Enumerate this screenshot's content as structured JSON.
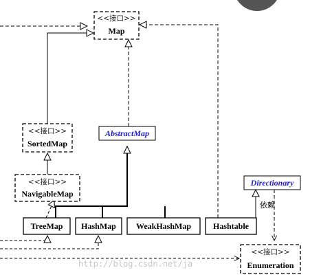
{
  "nodes": {
    "map": {
      "stereotype": "<<接口>>",
      "name": "Map"
    },
    "sortedmap": {
      "stereotype": "<<接口>>",
      "name": "SortedMap"
    },
    "navigablemap": {
      "stereotype": "<<接口>>",
      "name": "NavigableMap"
    },
    "abstractmap": {
      "name": "AbstractMap"
    },
    "treemap": {
      "name": "TreeMap"
    },
    "hashmap": {
      "name": "HashMap"
    },
    "weakhashmap": {
      "name": "WeakHashMap"
    },
    "hashtable": {
      "name": "Hashtable"
    },
    "directionary": {
      "name": "Directionary"
    },
    "enumeration": {
      "stereotype": "<<接口>>",
      "name": "Enumeration"
    }
  },
  "edges": {
    "dependency_label": "依赖"
  },
  "watermark": "http://blog.csdn.net/ja"
}
